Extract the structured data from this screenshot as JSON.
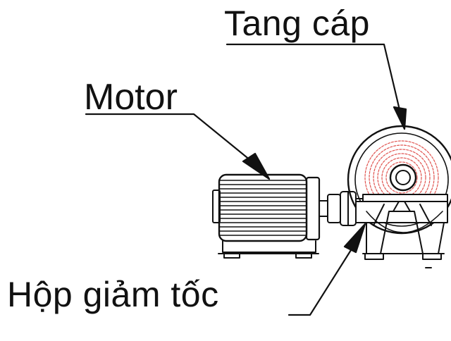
{
  "labels": {
    "drum": "Tang cáp",
    "motor": "Motor",
    "gearbox": "Hộp giảm tốc"
  },
  "colors": {
    "line": "#111111",
    "drum_coil": "#e0534f",
    "background": "#ffffff"
  }
}
